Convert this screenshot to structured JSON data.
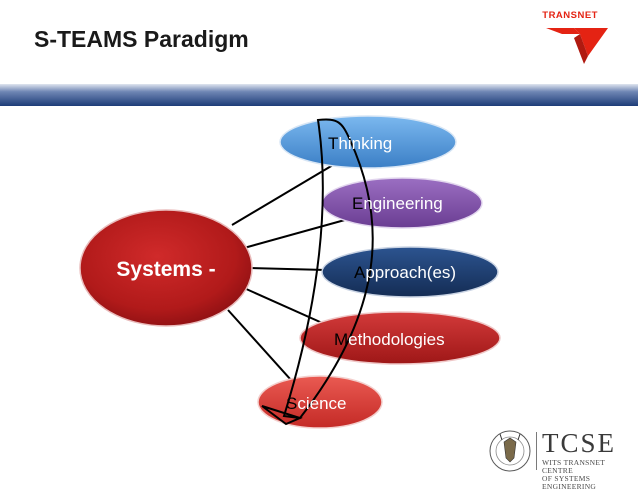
{
  "slide": {
    "title": "S-TEAMS Paradigm",
    "brand_name": "TRANSNET",
    "brand_color": "#e42313",
    "header_bar_color": "#1d3c78",
    "center_node": {
      "label": "Systems -",
      "color": "#b11a1a"
    },
    "nodes": [
      {
        "initial": "T",
        "rest": "hinking",
        "color": "#4a93d6"
      },
      {
        "initial": "E",
        "rest": "ngineering",
        "color": "#7d4ea6"
      },
      {
        "initial": "A",
        "rest": "pproach(es)",
        "color": "#1c3c6e"
      },
      {
        "initial": "M",
        "rest": "ethodologies",
        "color": "#b42020"
      },
      {
        "initial": "S",
        "rest": "cience",
        "color": "#d93b36"
      }
    ],
    "footer": {
      "org_abbrev": "TCSE",
      "org_line1": "WITS TRANSNET CENTRE",
      "org_line2": "OF SYSTEMS ENGINEERING"
    }
  }
}
